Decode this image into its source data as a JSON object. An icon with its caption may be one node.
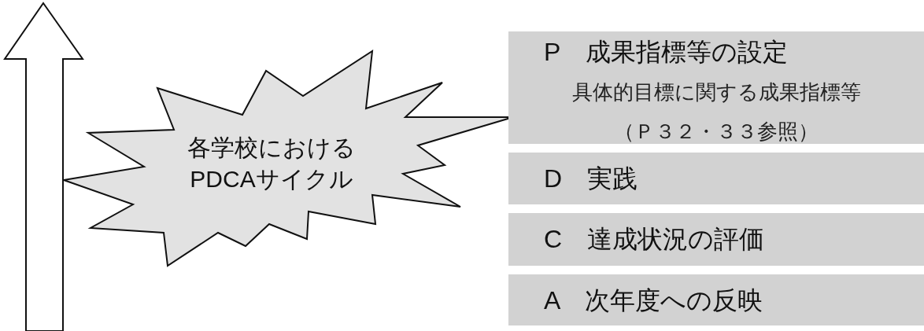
{
  "diagram": {
    "nodes": [
      {
        "text": [
          "各学校におけるPDCAサイクル"
        ]
      },
      {
        "text": [
          "P　成果指標等の設定",
          "具体的目標に関する成果指標等（Ｐ３２・３３参照）"
        ]
      },
      {
        "text": [
          "D　実践"
        ]
      },
      {
        "text": [
          "C　達成状況の評価"
        ]
      },
      {
        "text": [
          "A　次年度への反映"
        ]
      }
    ]
  }
}
